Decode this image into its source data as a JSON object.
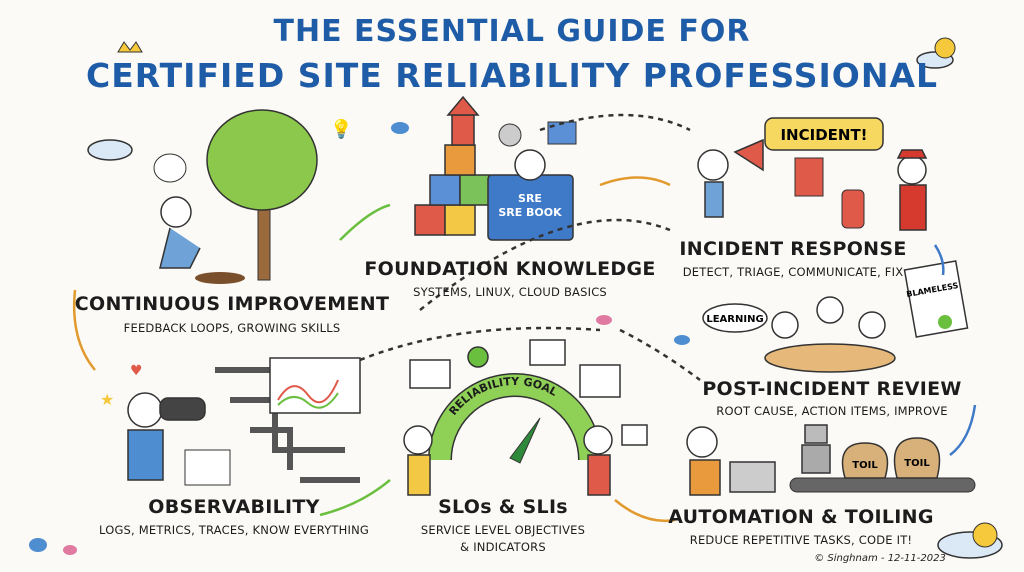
{
  "title": {
    "line1": "THE ESSENTIAL GUIDE FOR",
    "line2": "CERTIFIED SITE RELIABILITY PROFESSIONAL"
  },
  "sections": [
    {
      "id": "continuous-improvement",
      "heading": "CONTINUOUS IMPROVEMENT",
      "subtitle": "FEEDBACK LOOPS, GROWING SKILLS"
    },
    {
      "id": "foundation-knowledge",
      "heading": "FOUNDATION KNOWLEDGE",
      "subtitle": "SYSTEMS, LINUX, CLOUD BASICS"
    },
    {
      "id": "incident-response",
      "heading": "INCIDENT RESPONSE",
      "subtitle": "DETECT, TRIAGE, COMMUNICATE, FIX"
    },
    {
      "id": "post-incident-review",
      "heading": "POST-INCIDENT REVIEW",
      "subtitle": "ROOT CAUSE, ACTION ITEMS, IMPROVE"
    },
    {
      "id": "observability",
      "heading": "OBSERVABILITY",
      "subtitle": "LOGS, METRICS, TRACES, KNOW EVERYTHING"
    },
    {
      "id": "slos-slis",
      "heading": "SLOs & SLIs",
      "subtitle": "SERVICE LEVEL OBJECTIVES",
      "subtitle2": "& INDICATORS"
    },
    {
      "id": "automation-toiling",
      "heading": "AUTOMATION & TOILING",
      "subtitle": "REDUCE REPETITIVE TASKS, CODE IT!"
    }
  ],
  "illustration_labels": {
    "book": "SRE BOOK",
    "incident_bubble": "INCIDENT!",
    "learning_bubble": "LEARNING",
    "blameless_doc": "BLAMELESS",
    "gauge": "RELIABILITY GOAL",
    "toil": "TOIL"
  },
  "signature": "© Singhnam - 12-11-2023",
  "colors": {
    "title": "#1f5ca8",
    "text": "#1c1c1c",
    "green": "#6bbf3f",
    "arrow": "#e29a2e"
  }
}
